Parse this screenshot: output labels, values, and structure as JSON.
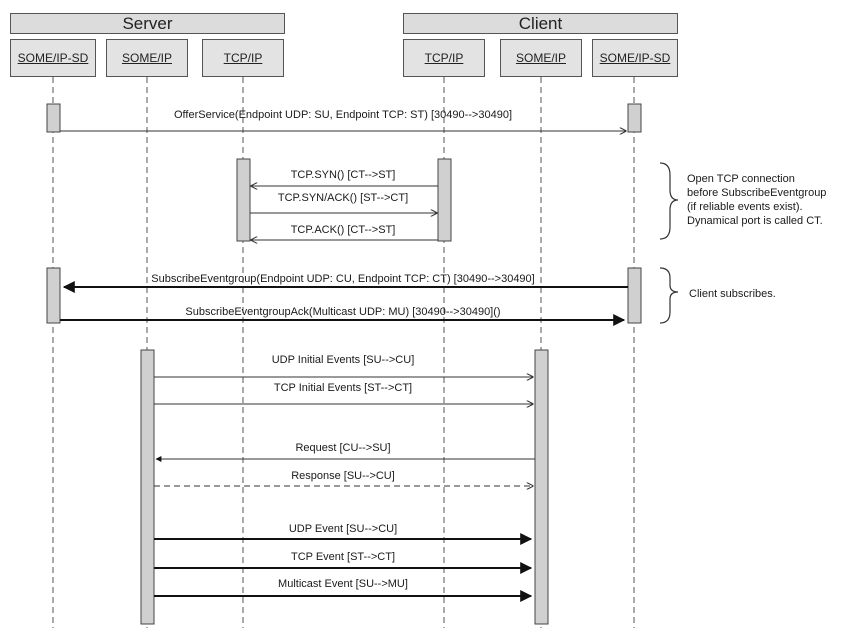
{
  "groups": {
    "server": "Server",
    "client": "Client"
  },
  "participants": {
    "server_sd": "SOME/IP-SD",
    "server_someip": "SOME/IP",
    "server_tcpip": "TCP/IP",
    "client_tcpip": "TCP/IP",
    "client_someip": "SOME/IP",
    "client_sd": "SOME/IP-SD"
  },
  "messages": {
    "offer_service": "OfferService(Endpoint UDP: SU, Endpoint TCP: ST) [30490-->30490]",
    "tcp_syn": "TCP.SYN() [CT-->ST]",
    "tcp_synack": "TCP.SYN/ACK() [ST-->CT]",
    "tcp_ack": "TCP.ACK() [CT-->ST]",
    "subscribe": "SubscribeEventgroup(Endpoint UDP: CU, Endpoint TCP: CT) [30490-->30490]",
    "subscribe_ack": "SubscribeEventgroupAck(Multicast UDP: MU) [30490-->30490]()",
    "udp_initial": "UDP Initial Events [SU-->CU]",
    "tcp_initial": "TCP Initial Events [ST-->CT]",
    "request": "Request [CU-->SU]",
    "response": "Response [SU-->CU]",
    "udp_event": "UDP Event [SU-->CU]",
    "tcp_event": "TCP Event [ST-->CT]",
    "multicast_event": "Multicast Event [SU-->MU]"
  },
  "notes": {
    "tcp_line1": "Open TCP connection",
    "tcp_line2": "before SubscribeEventgroup",
    "tcp_line3": "(if reliable events exist).",
    "tcp_line4": "Dynamical port is called CT.",
    "subscribe": "Client subscribes."
  },
  "colors": {
    "box_fill": "#dcdcdc",
    "activation_fill": "#d0d0d0",
    "line": "#333333"
  }
}
